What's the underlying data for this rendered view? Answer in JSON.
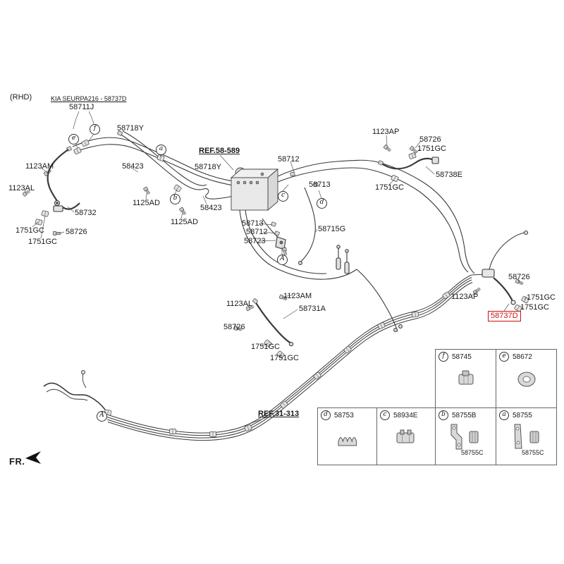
{
  "page": {
    "variant_label": "(RHD)",
    "fr_label": "FR."
  },
  "notes": {
    "kia_note": "KIA SEURPA216 - 58737D",
    "ref_abs": "REF.58-589",
    "ref_lines": "REF.31-313"
  },
  "parts": {
    "p1123am": "1123AM",
    "p1123al": "1123AL",
    "p1123ap": "1123AP",
    "p1125ad": "1125AD",
    "p1751gc": "1751GC",
    "p58423": "58423",
    "p58711j": "58711J",
    "p58712": "58712",
    "p58713": "58713",
    "p58715g": "58715G",
    "p58718y": "58718Y",
    "p58723": "58723",
    "p58726": "58726",
    "p58731a": "58731A",
    "p58732": "58732",
    "p58737d": "58737D",
    "p58738e": "58738E"
  },
  "callouts": {
    "a": "a",
    "b": "b",
    "c": "c",
    "d": "d",
    "e": "e",
    "f": "f",
    "bigA": "A"
  },
  "legend": {
    "f": {
      "letter": "f",
      "part": "58745"
    },
    "e": {
      "letter": "e",
      "part": "58672"
    },
    "d": {
      "letter": "d",
      "part": "58753"
    },
    "c": {
      "letter": "c",
      "part": "58934E"
    },
    "b": {
      "letter": "b",
      "part": "58755B",
      "sub": "58755C"
    },
    "a": {
      "letter": "a",
      "part": "58755",
      "sub": "58755C"
    }
  },
  "colors": {
    "highlight": "#cc1111",
    "line": "#3a3a3a"
  }
}
